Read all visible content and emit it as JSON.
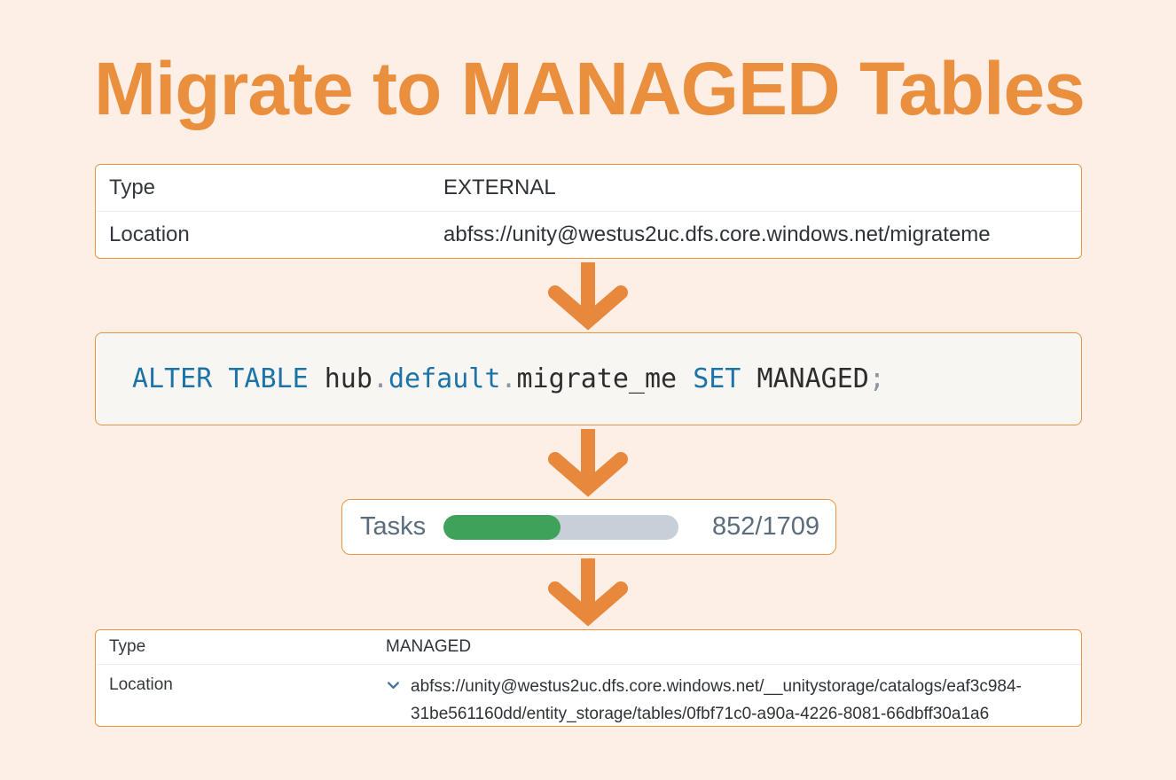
{
  "title": "Migrate to MANAGED Tables",
  "colors": {
    "bg": "#FDEEE6",
    "orange": "#EA8F3E",
    "border-orange": "#E9953F",
    "arrow-orange": "#E8883C",
    "divider": "#E7EDF2",
    "slate": "#5B6C7D",
    "green": "#3FA25A",
    "track": "#C7D0D9",
    "code-keyword": "#1B73A8",
    "code-plain": "#2D2D2D",
    "code-punct": "#8E959C",
    "chevron": "#44729B"
  },
  "table_before": {
    "rows": [
      {
        "label": "Type",
        "value": "EXTERNAL"
      },
      {
        "label": "Location",
        "value": "abfss://unity@westus2uc.dfs.core.windows.net/migrateme"
      }
    ]
  },
  "code": {
    "text": "ALTER TABLE hub.default.migrate_me SET MANAGED;",
    "tokens": [
      {
        "text": "ALTER TABLE",
        "type": "keyword"
      },
      {
        "text": " ",
        "type": "plain"
      },
      {
        "text": "hub",
        "type": "plain"
      },
      {
        "text": ".",
        "type": "punct"
      },
      {
        "text": "default",
        "type": "keyword"
      },
      {
        "text": ".",
        "type": "punct"
      },
      {
        "text": "migrate_me",
        "type": "plain"
      },
      {
        "text": " ",
        "type": "plain"
      },
      {
        "text": "SET",
        "type": "keyword"
      },
      {
        "text": " ",
        "type": "plain"
      },
      {
        "text": "MANAGED",
        "type": "plain"
      },
      {
        "text": ";",
        "type": "punct"
      }
    ]
  },
  "progress": {
    "label": "Tasks",
    "count": "852/1709",
    "completed": 852,
    "total": 1709,
    "percent": 49.9
  },
  "table_after": {
    "rows": [
      {
        "label": "Type",
        "value": "MANAGED"
      },
      {
        "label": "Location",
        "value_lines": [
          "abfss://unity@westus2uc.dfs.core.windows.net/__unitystorage/catalogs/eaf3c984-",
          "31be561160dd/entity_storage/tables/0fbf71c0-a90a-4226-8081-66dbff30a1a6"
        ]
      }
    ]
  }
}
